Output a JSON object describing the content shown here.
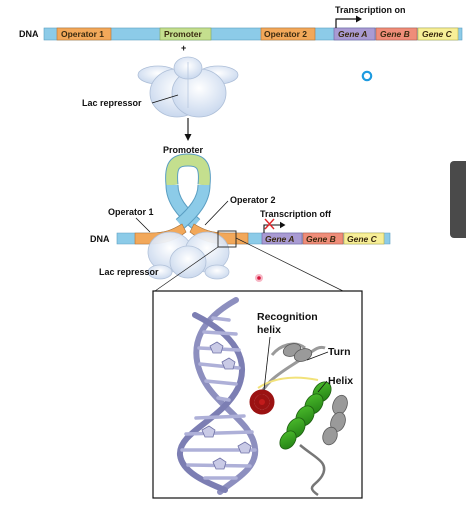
{
  "top": {
    "dna_label": "DNA",
    "transcription_label": "Transcription on",
    "plus_sign": "+",
    "segments": [
      "Operator 1",
      "Promoter",
      "Operator 2",
      "Gene A",
      "Gene B",
      "Gene C"
    ],
    "repressor_label": "Lac repressor"
  },
  "bottom": {
    "promoter_label": "Promoter",
    "operator1_label": "Operator 1",
    "operator2_label": "Operator 2",
    "transcription_label": "Transcription off",
    "dna_label": "DNA",
    "repressor_label": "Lac repressor",
    "segments": [
      "Gene A",
      "Gene B",
      "Gene C"
    ]
  },
  "inset": {
    "recognition_label_line1": "Recognition",
    "recognition_label_line2": "helix",
    "turn_label": "Turn",
    "helix_label": "Helix"
  },
  "colors": {
    "dna_blue": "#8ccbe8",
    "operator_orange": "#f2a85a",
    "promoter_green": "#c4df8e",
    "gene_a_purple": "#a99bd3",
    "gene_b_salmon": "#ef8d79",
    "gene_c_yellow": "#f7ef98",
    "side_tab": "#4a4a4a"
  }
}
